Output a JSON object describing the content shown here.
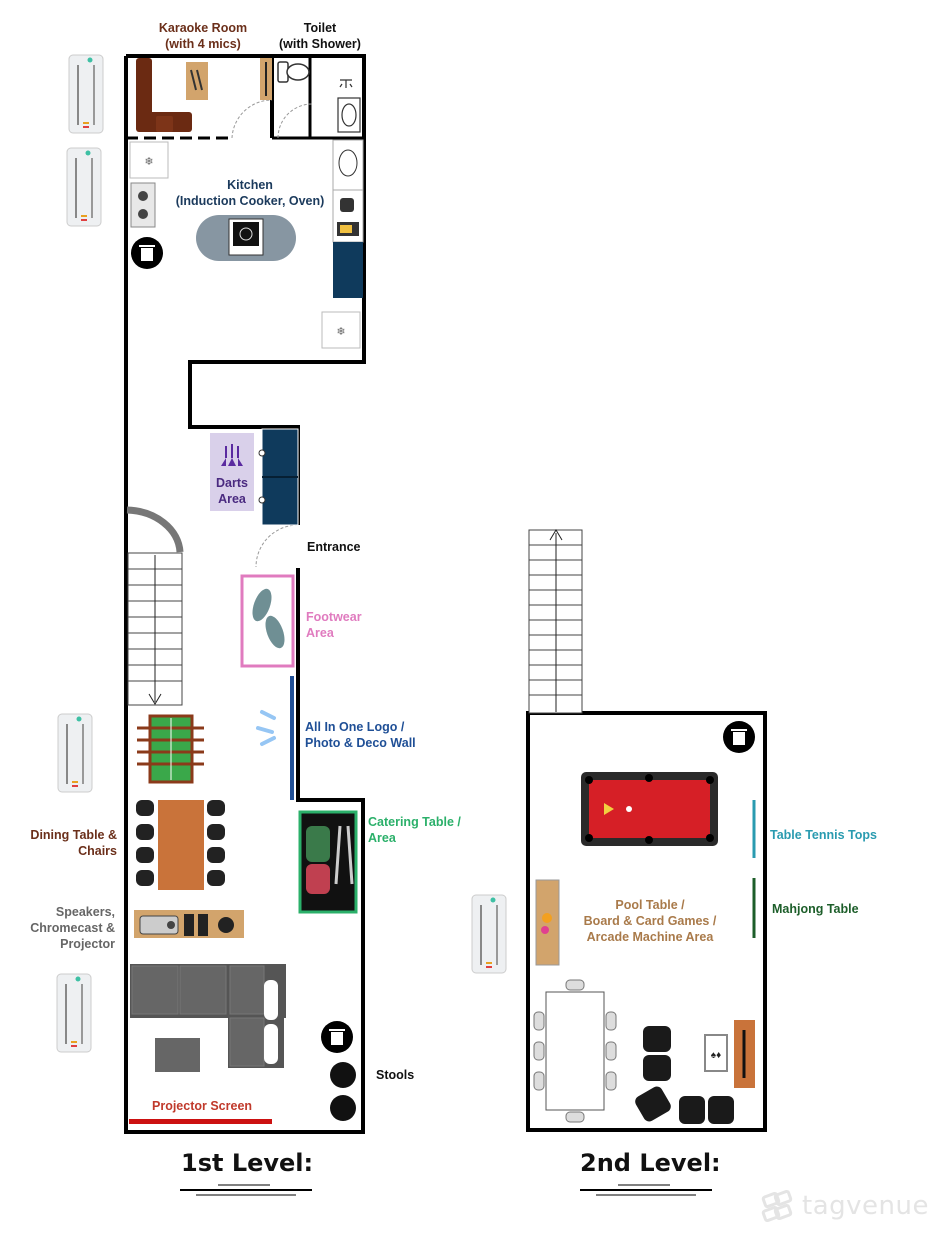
{
  "levels": {
    "first": "1st Level:",
    "second": "2nd Level:"
  },
  "labels": {
    "karaoke": [
      "Karaoke Room",
      "(with 4 mics)"
    ],
    "toilet": [
      "Toilet",
      "(with Shower)"
    ],
    "kitchen": [
      "Kitchen",
      "(Induction Cooker, Oven)"
    ],
    "darts": [
      "Darts",
      "Area"
    ],
    "entrance": "Entrance",
    "footwear": [
      "Footwear",
      "Area"
    ],
    "logo_wall": [
      "All In One Logo /",
      "Photo & Deco Wall"
    ],
    "catering": [
      "Catering Table /",
      "Area"
    ],
    "dining": [
      "Dining Table &",
      "Chairs"
    ],
    "speakers": [
      "Speakers,",
      "Chromecast &",
      "Projector"
    ],
    "stools": "Stools",
    "projector_screen": "Projector Screen",
    "table_tennis": "Table Tennis Tops",
    "mahjong": "Mahjong Table",
    "pool_area": [
      "Pool Table /",
      "Board & Card Games /",
      "Arcade Machine Area"
    ]
  },
  "watermark": "tagvenue",
  "colors": {
    "karaoke": "#6b2f1a",
    "toilet": "#111111",
    "kitchen": "#1b3a5c",
    "darts": "#5a3a8a",
    "footwear": "#e07bbf",
    "logo_wall": "#1f4f96",
    "catering": "#2bb06a",
    "dining": "#6b2f1a",
    "speakers": "#666666",
    "projector": "#c0392b",
    "table_tennis": "#2a9bb0",
    "mahjong": "#1d5e2a",
    "pool": "#a97a4a",
    "wall": "#000000",
    "pool_felt": "#d61f26",
    "sofa": "#555555",
    "cabinet": "#0f3a5c"
  },
  "icons": [
    "aircon-unit-icon",
    "fridge-icon",
    "stove-icon",
    "trash-bin-icon",
    "induction-cooker-icon",
    "sink-icon",
    "shower-icon",
    "toilet-icon",
    "kettle-icon",
    "microwave-icon",
    "darts-icon",
    "shoes-icon",
    "foosball-table-icon",
    "dining-table-icon",
    "projector-icon",
    "sofa-icon",
    "catering-table-icon",
    "stool-icon",
    "pool-table-icon",
    "arcade-machine-icon",
    "staircase-icon"
  ]
}
